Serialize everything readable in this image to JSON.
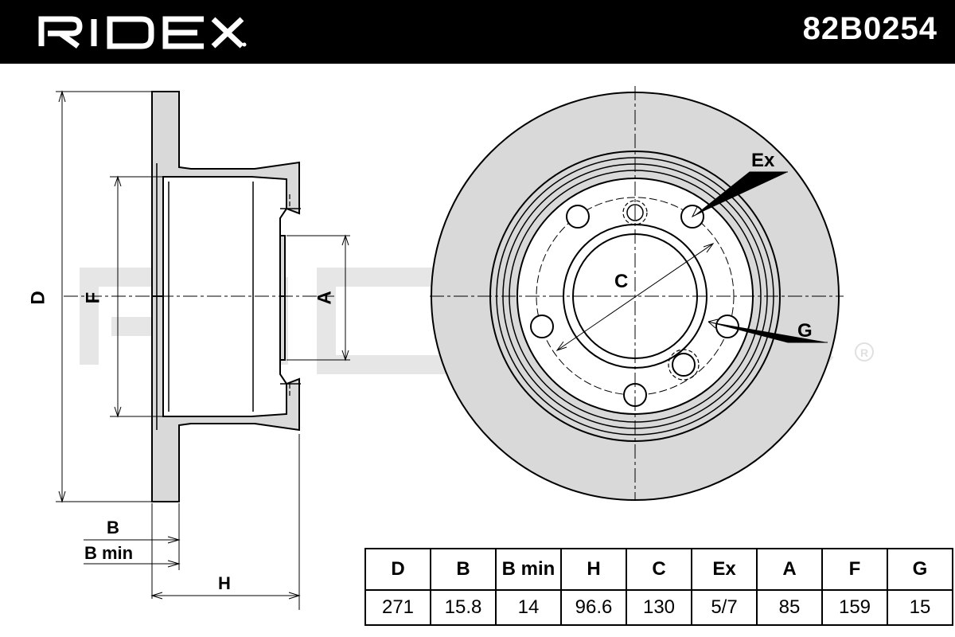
{
  "header": {
    "brand": "RIDEX",
    "part_number": "82B0254",
    "background": "#000000",
    "foreground": "#ffffff"
  },
  "drawing": {
    "side_view_labels": {
      "D": "D",
      "F": "F",
      "A": "A",
      "B": "B",
      "B_min": "B min",
      "H": "H"
    },
    "front_view_labels": {
      "Ex": "Ex",
      "C": "C",
      "G": "G"
    },
    "fill_color": "#d9d9d9",
    "watermark_color": "#e6e6e6",
    "watermark_text": "RIDEX",
    "registered_mark": "®"
  },
  "spec_table": {
    "headers": [
      "D",
      "B",
      "B min",
      "H",
      "C",
      "Ex",
      "A",
      "F",
      "G"
    ],
    "values": [
      "271",
      "15.8",
      "14",
      "96.6",
      "130",
      "5/7",
      "85",
      "159",
      "15"
    ]
  }
}
